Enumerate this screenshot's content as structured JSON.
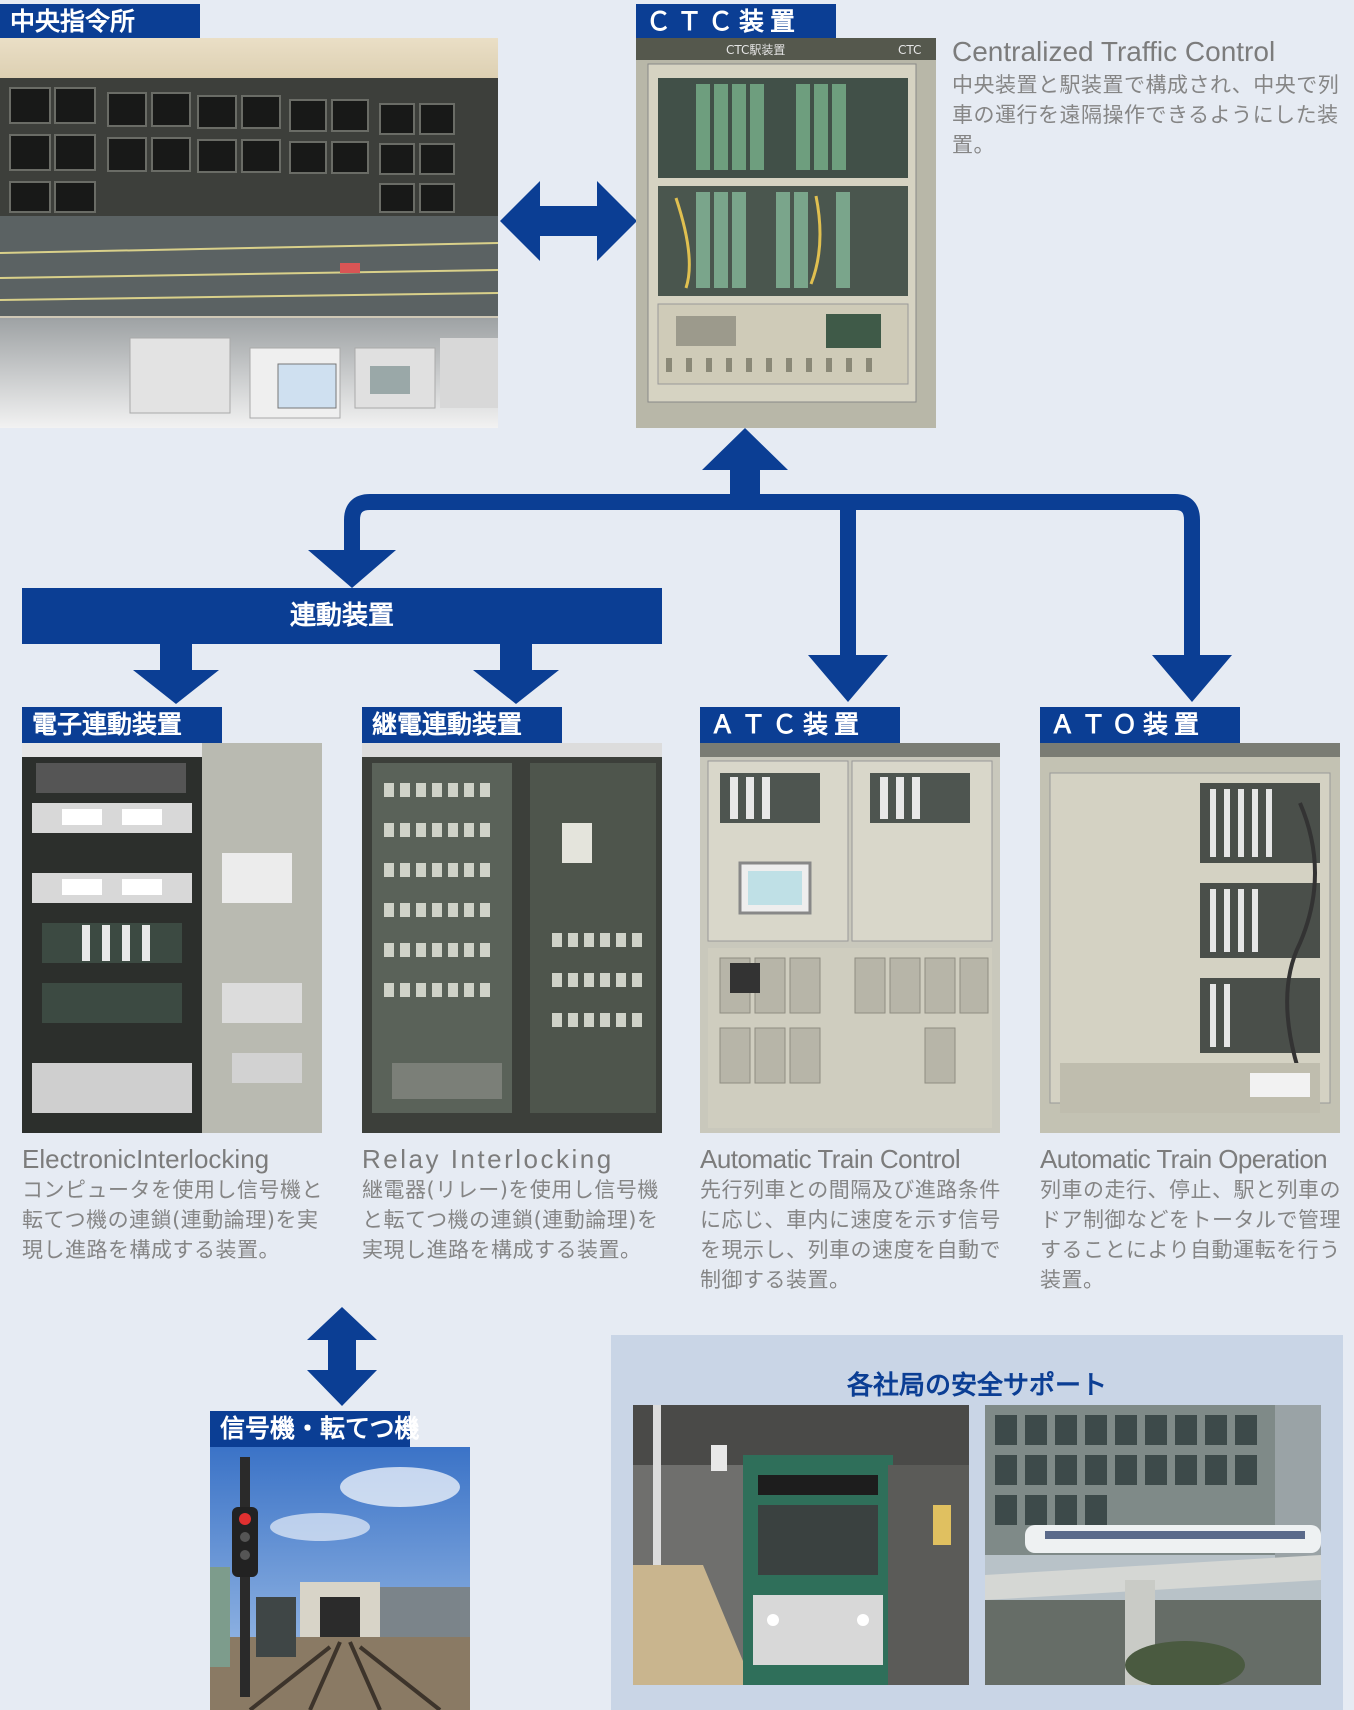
{
  "top": {
    "control_room": {
      "label": "中央指令所"
    },
    "ctc": {
      "label": "ＣＴＣ装置",
      "title_en": "Centralized Traffic Control",
      "description": "中央装置と駅装置で構成され、中央で列車の運行を遠隔操作できるようにした装置。",
      "panel_text": "CTC駅装置",
      "panel_corner": "CTC"
    }
  },
  "interlocking_group": {
    "label": "連動装置"
  },
  "devices": [
    {
      "label": "電子連動装置",
      "title_en": "ElectronicInterlocking",
      "description": "コンピュータを使用し信号機と転てつ機の連鎖(連動論理)を実現し進路を構成する装置。"
    },
    {
      "label": "継電連動装置",
      "title_en": "Relay Interlocking",
      "description": "継電器(リレー)を使用し信号機と転てつ機の連鎖(連動論理)を実現し進路を構成する装置。"
    },
    {
      "label": "ＡＴＣ装置",
      "title_en": "Automatic Train Control",
      "description": "先行列車との間隔及び進路条件に応じ、車内に速度を示す信号を現示し、列車の速度を自動で制御する装置。"
    },
    {
      "label": "ＡＴＯ装置",
      "title_en": "Automatic Train Operation",
      "description": "列車の走行、停止、駅と列車のドア制御などをトータルで管理することにより自動運転を行う装置。"
    }
  ],
  "signals": {
    "label": "信号機・転てつ機"
  },
  "support": {
    "title": "各社局の安全サポート"
  },
  "colors": {
    "accent": "#0b3e94",
    "background": "#e6ebf3",
    "support_bg": "#c9d5e6"
  }
}
